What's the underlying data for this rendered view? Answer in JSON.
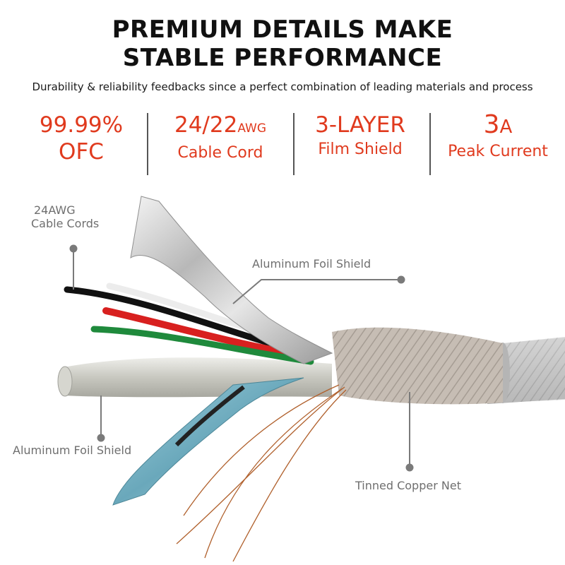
{
  "header": {
    "title_line1": "PREMIUM DETAILS MAKE",
    "title_line2": "STABLE PERFORMANCE",
    "subtitle": "Durability & reliability feedbacks since a perfect combination of leading materials and process"
  },
  "specs": [
    {
      "value": "99.99%",
      "unit": "",
      "label": "OFC"
    },
    {
      "value": "24/22",
      "unit": "AWG",
      "label": "Cable Cord"
    },
    {
      "value": "3-LAYER",
      "unit": "",
      "label": "Film Shield"
    },
    {
      "value": "3",
      "unit": "A",
      "label": "Peak Current"
    }
  ],
  "callouts": {
    "cords_line1": "24AWG",
    "cords_line2": "Cable Cords",
    "foil_top": "Aluminum Foil Shield",
    "foil_bottom": "Aluminum Foil Shield",
    "copper_net": "Tinned Copper Net"
  },
  "colors": {
    "accent_red": "#e03a1e",
    "label_gray": "#6f6f6f",
    "wire_black": "#111111",
    "wire_red": "#d8201f",
    "wire_green": "#1f8a3c",
    "wire_white": "#ececec",
    "foil_blue": "#7fb7c9"
  }
}
